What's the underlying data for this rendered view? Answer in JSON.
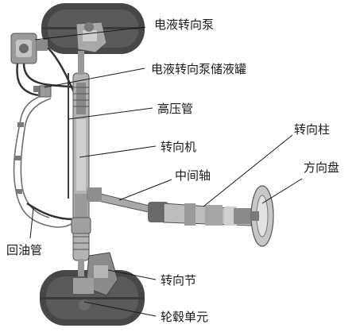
{
  "labels": {
    "electro_hydraulic_pump": "电液转向泵",
    "pump_reservoir": "电液转向泵储液罐",
    "high_pressure_pipe": "高压管",
    "steering_gear": "转向机",
    "intermediate_shaft": "中间轴",
    "steering_column": "转向柱",
    "steering_wheel": "方向盘",
    "return_pipe": "回油管",
    "steering_knuckle": "转向节",
    "hub_unit": "轮毂单元"
  },
  "colors": {
    "tire": "#4a4a4a",
    "tire_dark": "#2f2f2f",
    "metal": "#b9b9b9",
    "metal_dark": "#7d7d7d",
    "pipe": "#3a3a3a",
    "line": "#1a1a1a"
  }
}
